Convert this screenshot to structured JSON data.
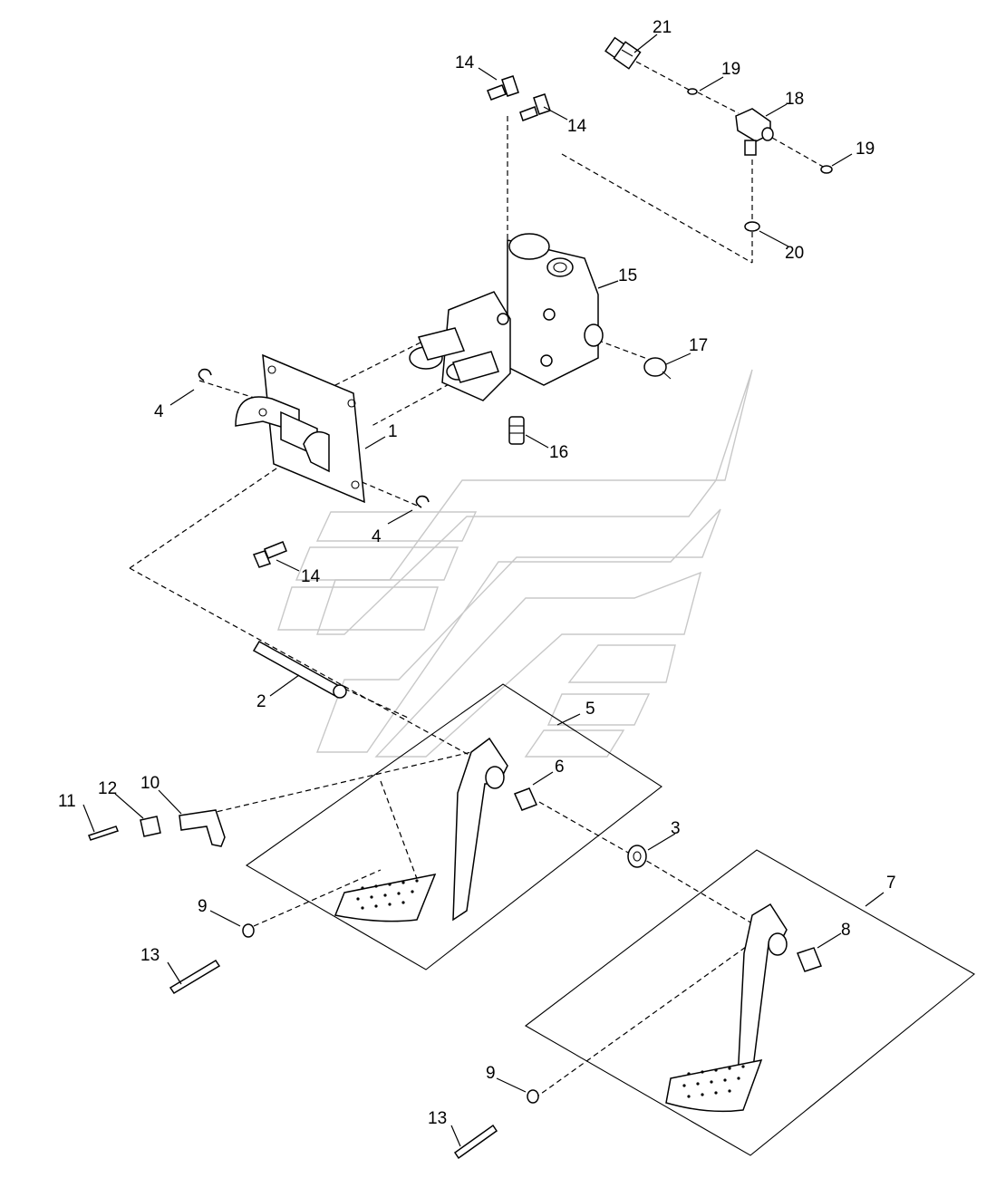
{
  "diagram": {
    "callouts": [
      {
        "id": "c21",
        "text": "21"
      },
      {
        "id": "c14a",
        "text": "14"
      },
      {
        "id": "c19a",
        "text": "19"
      },
      {
        "id": "c14b",
        "text": "14"
      },
      {
        "id": "c18",
        "text": "18"
      },
      {
        "id": "c19b",
        "text": "19"
      },
      {
        "id": "c20",
        "text": "20"
      },
      {
        "id": "c15",
        "text": "15"
      },
      {
        "id": "c17",
        "text": "17"
      },
      {
        "id": "c4a",
        "text": "4"
      },
      {
        "id": "c1",
        "text": "1"
      },
      {
        "id": "c16",
        "text": "16"
      },
      {
        "id": "c4b",
        "text": "4"
      },
      {
        "id": "c14c",
        "text": "14"
      },
      {
        "id": "c2",
        "text": "2"
      },
      {
        "id": "c5",
        "text": "5"
      },
      {
        "id": "c6",
        "text": "6"
      },
      {
        "id": "c11",
        "text": "11"
      },
      {
        "id": "c12",
        "text": "12"
      },
      {
        "id": "c10",
        "text": "10"
      },
      {
        "id": "c3",
        "text": "3"
      },
      {
        "id": "c7",
        "text": "7"
      },
      {
        "id": "c9a",
        "text": "9"
      },
      {
        "id": "c8",
        "text": "8"
      },
      {
        "id": "c13a",
        "text": "13"
      },
      {
        "id": "c9b",
        "text": "9"
      },
      {
        "id": "c13b",
        "text": "13"
      }
    ]
  }
}
